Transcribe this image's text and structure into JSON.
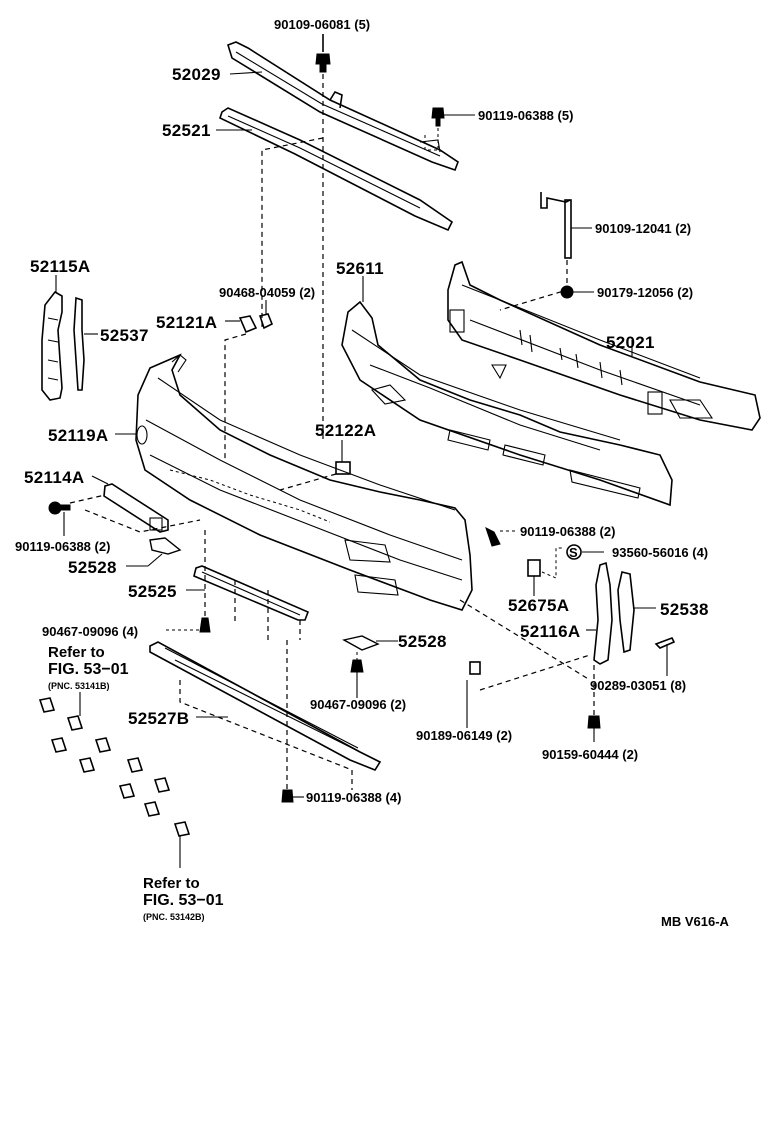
{
  "diagram": {
    "title_code": "MB V616-A",
    "parts": {
      "p52029": "52029",
      "p52521": "52521",
      "p52115A": "52115A",
      "p52537": "52537",
      "p52121A": "52121A",
      "p52119A": "52119A",
      "p52114A": "52114A",
      "p52528_left": "52528",
      "p52525": "52525",
      "p52527B": "52527B",
      "p52611": "52611",
      "p52021": "52021",
      "p52122A": "52122A",
      "p52675A": "52675A",
      "p52116A": "52116A",
      "p52538": "52538",
      "p52528_center": "52528"
    },
    "fasteners": {
      "f90109_06081": "90109-06081 (5)",
      "f90119_06388_top": "90119-06388 (5)",
      "f90109_12041": "90109-12041 (2)",
      "f90179_12056": "90179-12056 (2)",
      "f90468_04059": "90468-04059 (2)",
      "f90119_06388_left": "90119-06388 (2)",
      "f90119_06388_right": "90119-06388 (2)",
      "f93560_56016": "93560-56016 (4)",
      "f90467_09096_left": "90467-09096 (4)",
      "f90467_09096_center": "90467-09096 (2)",
      "f90189_06149": "90189-06149 (2)",
      "f90159_60444": "90159-60444 (2)",
      "f90289_03051": "90289-03051 (8)",
      "f90119_06388_bottom": "90119-06388 (4)"
    },
    "symbols": {
      "s_marker": "S"
    },
    "references": {
      "top": {
        "line1": "Refer to",
        "line2": "FIG. 53−01",
        "pnc": "(PNC. 53141B)"
      },
      "bottom": {
        "line1": "Refer to",
        "line2": "FIG. 53−01",
        "pnc": "(PNC. 53142B)"
      }
    }
  }
}
